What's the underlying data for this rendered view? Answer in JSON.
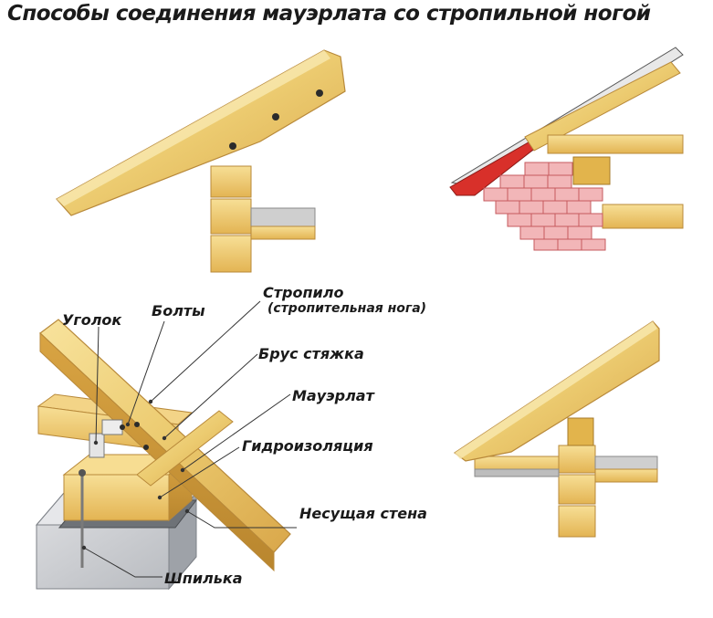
{
  "title": "Способы соединения  мауэрлата со стропильной ногой",
  "labels": {
    "ugolok": "Уголок",
    "bolty": "Болты",
    "stropilo": "Стропило",
    "stropilo_sub": "(стропительная нога)",
    "brus": "Брус стяжка",
    "mauerlat": "Мауэрлат",
    "gidro": "Гидроизоляция",
    "stena": "Несущая стена",
    "shpilka": "Шпилька"
  },
  "colors": {
    "wood_light": "#f6dc8f",
    "wood_mid": "#e9bf5c",
    "wood_dark": "#c9943a",
    "brick": "#f2b6b8",
    "brick_line": "#c65a5e",
    "roof_red": "#d8302a",
    "concrete": "#c9cbcf",
    "waterproof": "#8f9399",
    "ink": "#2a2a2a"
  }
}
